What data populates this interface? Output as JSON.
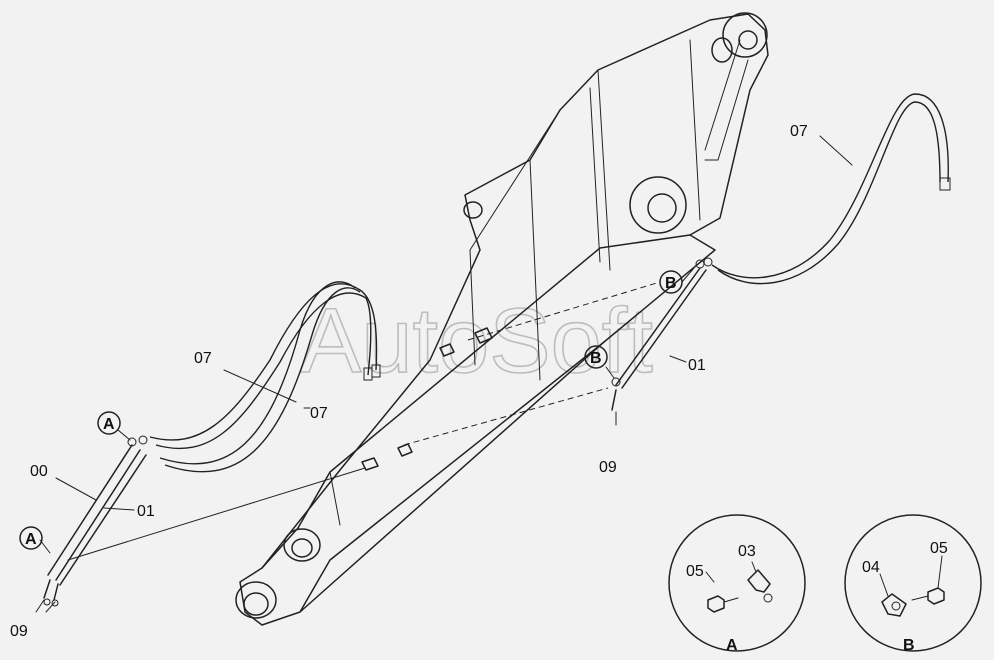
{
  "watermark": "AutoSoft",
  "callouts": {
    "p00": "00",
    "p01_left": "01",
    "p01_right": "01",
    "p07_mid_a": "07",
    "p07_mid_b": "07",
    "p07_right": "07",
    "p09_left": "09",
    "p09_right": "09"
  },
  "view_markers": {
    "a_top": "A",
    "a_bottom": "A",
    "b_upper": "B",
    "b_lower": "B"
  },
  "detail_a": {
    "title": "A",
    "p05": "05",
    "p03": "03"
  },
  "detail_b": {
    "title": "B",
    "p04": "04",
    "p05": "05"
  }
}
